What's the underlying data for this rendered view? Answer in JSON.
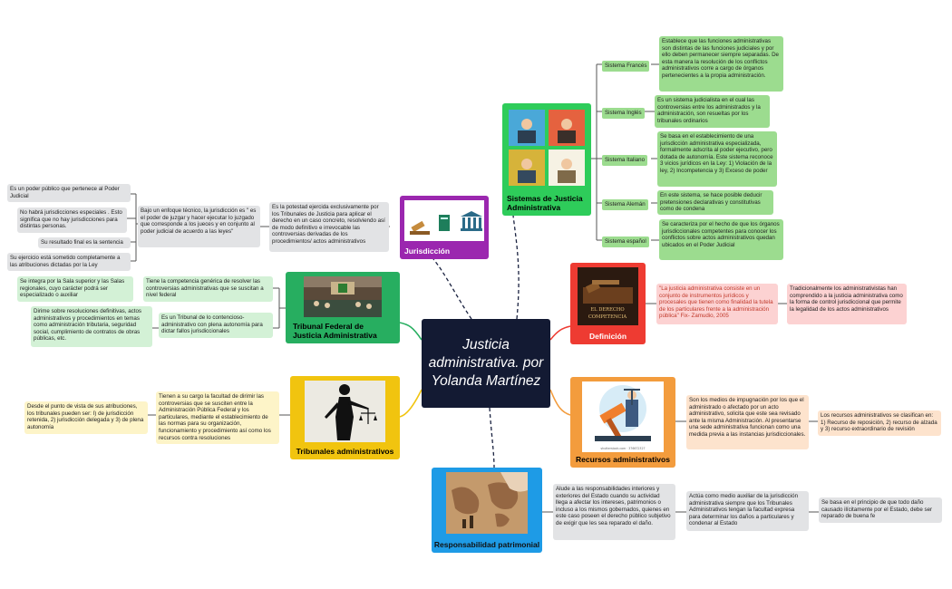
{
  "center": {
    "title": "Justicia administrativa. por Yolanda Martínez"
  },
  "sistemas": {
    "title": "Sistemas de Justicia Administrativa",
    "items": [
      {
        "label": "Sistema Francés",
        "text": "Establece que las funciones administrativas son distintas de las funciones judiciales y por ello deben permanecer siempre separadas. De esta manera la resolución de los conflictos administrativos corre a cargo de órganos pertenecientes a la propia administración."
      },
      {
        "label": "Sistema Inglés",
        "text": "Es un sistema judicialista en el cual las controversias entre los administrados y la administración, son resueltas por los tribunales ordinarios"
      },
      {
        "label": "Sistema Italiano",
        "text": "Se basa en el establecimiento de una jurisdicción administrativa especializada, formalmente adscrita al poder ejecutivo, pero dotada de autonomía. Este sistema reconoce 3 vicios jurídicos en la Ley: 1) Violación de la ley, 2) Incompetencia y 3) Exceso de poder"
      },
      {
        "label": "Sistema Alemán",
        "text": "En este sistema, se hace posible deducir pretensiones declarativas y constitutivas como de condena"
      },
      {
        "label": "Sistema español",
        "text": "Se caracteriza por el hecho de que los órganos jurisdiccionales competentes para conocer los conflictos sobre actos administrativos quedan ubicados en el Poder Judicial"
      }
    ]
  },
  "jurisdiccion": {
    "title": "Jurisdicción",
    "definition": "Es la potestad ejercida exclusivamente por los Tribunales de Justicia para aplicar el derecho en un caso concreto, resolviendo así de modo definitivo e irrevocable las controversias derivadas de los procedimientos/ actos administrativos",
    "enfoque": "Bajo un enfoque técnico, la jurisdicción es \" es el poder de juzgar y hacer ejecutar lo juzgado que corresponde a los jueces y en conjunto al poder judicial de acuerdo a las leyes\"",
    "notes": [
      "Es un poder público que pertenece al Poder Judicial",
      "No habrá jurisdicciones especiales . Esto significa que no hay jurisdicciones para distintas personas.",
      "Su resultado final es la sentencia",
      "Su ejercicio está sometido completamente a las atribuciones dictadas por la Ley"
    ]
  },
  "tribunal_federal": {
    "title": "Tribunal Federal de Justicia Administrativa",
    "competencia": "Tiene la competencia genérica de resolver las controversias administrativas que se suscitan a nivel federal",
    "integra": "Se integra por la Sala superior y las Salas regionales, cuyo carácter podrá ser especializado o auxiliar",
    "autonomo": "Es un Tribunal de lo contencioso-administrativo con plena autonomía para dictar fallos jurisdiccionales",
    "dirime": "Dirime sobre resoluciones definitivas, actos administrativos y procedimientos en temas como administración tributaria, seguridad social, cumplimiento de contratos de obras públicas, etc."
  },
  "tribunales_admin": {
    "title": "Tribunales administrativos",
    "cargo": "Tienen a su cargo la facultad de dirimir las controversias que se susciten entre la Administración Pública Federal y los particulares, mediante el establecimiento de las normas para su organización, funcionamiento y procedimiento así como los recursos contra resoluciones",
    "clases": "Desde el punto de vista de sus atribuciones, los tribunales pueden ser: I) de jurisdicción retenida, 2) jurisdicción delegada y 3) de plena autonomía"
  },
  "definicion": {
    "title": "Definición",
    "image_text": "EL DERECHO COMPETENCIA",
    "quote": "\"La justicia administrativa consiste en un conjunto de instrumentos jurídicos y procesales que tienen como finalidad la tutela de los particulares frente a la administración pública\" Fix- Zamudio, 2005",
    "tradicion": "Tradicionalmente los administrativistas han comprendido a la justicia administrativa como la forma de control jurisdiccional que permite la legalidad de los actos administrativos"
  },
  "recursos": {
    "title": "Recursos administrativos",
    "image_caption": "shutterstock.com · 376672327",
    "medios": "Son los medios de impugnación por los que el administrado o afectado por un acto administrativo, solicita que este sea revisado ante la misma Administración. Al presentarse una sede administrativa funcionan como una medida previa a las instancias jurisdiccionales.",
    "clasificacion": "Los recursos administrativos se clasifican en: 1) Recurso de reposición, 2) recurso de alzada y 3) recurso extraordinario de revisión"
  },
  "responsabilidad": {
    "title": "Responsabilidad patrimonial",
    "alude": "Alude a las responsabilidades interiores y exteriores del Estado cuando su actividad llega a afectar los intereses, patrimonios o incluso a los mismos gobernados, quienes en este caso poseen el derecho público subjetivo de exigir que les sea reparado el daño.",
    "auxiliar": "Actúa como medio auxiliar de la jurisdicción administrativa siempre que los Tribunales Administrativos tengan la facultad expresa para determinar los daños a particulares y condenar al Estado",
    "principio": "Se basa en el principio de que todo daño causado ilícitamente por el Estado, debe ser reparado de buena fe"
  },
  "colors": {
    "center": "#131a33",
    "sistemas": "#2ecc5a",
    "jurisdiccion": "#9b27af",
    "tribunal_federal": "#27ae60",
    "tribunales_admin": "#f1c40f",
    "definicion": "#ee3b32",
    "recursos": "#f39c3d",
    "responsabilidad": "#1e9be6"
  }
}
